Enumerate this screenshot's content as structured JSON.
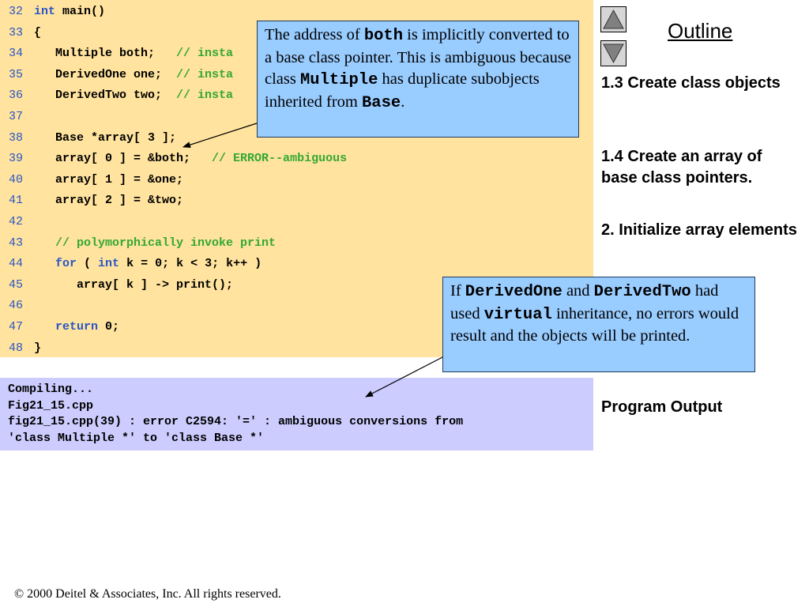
{
  "code": {
    "lines": [
      {
        "num": "32",
        "segments": [
          {
            "t": "kw",
            "s": "int"
          },
          {
            "t": "p",
            "s": " main()"
          }
        ]
      },
      {
        "num": "33",
        "segments": [
          {
            "t": "p",
            "s": "{"
          }
        ]
      },
      {
        "num": "34",
        "segments": [
          {
            "t": "p",
            "s": "   Multiple both;   "
          },
          {
            "t": "cm",
            "s": "// insta"
          }
        ]
      },
      {
        "num": "35",
        "segments": [
          {
            "t": "p",
            "s": "   DerivedOne one;  "
          },
          {
            "t": "cm",
            "s": "// insta"
          }
        ]
      },
      {
        "num": "36",
        "segments": [
          {
            "t": "p",
            "s": "   DerivedTwo two;  "
          },
          {
            "t": "cm",
            "s": "// insta"
          }
        ]
      },
      {
        "num": "37",
        "segments": []
      },
      {
        "num": "38",
        "segments": [
          {
            "t": "p",
            "s": "   Base *array[ 3 ];"
          }
        ]
      },
      {
        "num": "39",
        "segments": [
          {
            "t": "p",
            "s": "   array[ 0 ] = &both;   "
          },
          {
            "t": "cm",
            "s": "// ERROR--ambiguous"
          }
        ]
      },
      {
        "num": "40",
        "segments": [
          {
            "t": "p",
            "s": "   array[ 1 ] = &one;"
          }
        ]
      },
      {
        "num": "41",
        "segments": [
          {
            "t": "p",
            "s": "   array[ 2 ] = &two;"
          }
        ]
      },
      {
        "num": "42",
        "segments": []
      },
      {
        "num": "43",
        "segments": [
          {
            "t": "cm",
            "s": "   // polymorphically invoke print"
          }
        ]
      },
      {
        "num": "44",
        "segments": [
          {
            "t": "p",
            "s": "   "
          },
          {
            "t": "kw",
            "s": "for"
          },
          {
            "t": "p",
            "s": " ( "
          },
          {
            "t": "kw",
            "s": "int"
          },
          {
            "t": "p",
            "s": " k = 0; k < 3; k++ )"
          }
        ]
      },
      {
        "num": "45",
        "segments": [
          {
            "t": "p",
            "s": "      array[ k ] -> print();"
          }
        ]
      },
      {
        "num": "46",
        "segments": []
      },
      {
        "num": "47",
        "segments": [
          {
            "t": "p",
            "s": "   "
          },
          {
            "t": "kw",
            "s": "return"
          },
          {
            "t": "p",
            "s": " 0;"
          }
        ]
      },
      {
        "num": "48",
        "segments": [
          {
            "t": "p",
            "s": "}"
          }
        ]
      }
    ]
  },
  "output": {
    "lines": [
      "Compiling...",
      "Fig21_15.cpp",
      "fig21_15.cpp(39) : error C2594: '=' : ambiguous conversions from",
      "'class Multiple *' to 'class Base *'"
    ]
  },
  "sidebar": {
    "outline_label": "Outline",
    "items": [
      "1.3 Create class objects",
      "1.4 Create an array of base class pointers.",
      "2. Initialize array elements",
      "Program Output"
    ]
  },
  "callouts": {
    "top": [
      {
        "t": "r",
        "s": "The address of "
      },
      {
        "t": "m",
        "s": "both"
      },
      {
        "t": "r",
        "s": " is implicitly converted to a base class pointer. This is ambiguous because class "
      },
      {
        "t": "m",
        "s": "Multiple"
      },
      {
        "t": "r",
        "s": " has duplicate subobjects inherited from "
      },
      {
        "t": "m",
        "s": "Base"
      },
      {
        "t": "r",
        "s": "."
      }
    ],
    "bottom": [
      {
        "t": "r",
        "s": "If "
      },
      {
        "t": "m",
        "s": "DerivedOne"
      },
      {
        "t": "r",
        "s": " and "
      },
      {
        "t": "m",
        "s": "DerivedTwo"
      },
      {
        "t": "r",
        "s": " had used "
      },
      {
        "t": "m",
        "s": "virtual"
      },
      {
        "t": "r",
        "s": " inheritance, no errors would result and the objects will be printed."
      }
    ]
  },
  "footer": {
    "copyright": "© 2000 Deitel & Associates, Inc.  All rights reserved."
  },
  "colors": {
    "code_background": "#ffe39e",
    "output_background": "#ccccff",
    "callout_background": "#99ccff",
    "keyword": "#2a55c8",
    "comment": "#33a833",
    "line_number": "#2a55c8"
  },
  "icons": {
    "previous": "triangle-up-icon",
    "next": "triangle-down-icon"
  }
}
